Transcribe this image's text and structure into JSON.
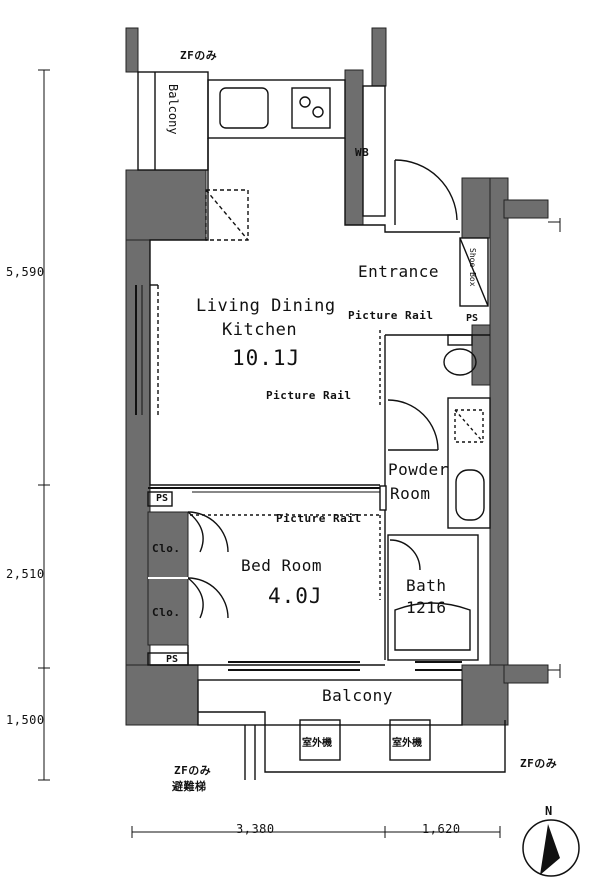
{
  "rooms": {
    "ldk_line1": "Living Dining",
    "ldk_line2": "Kitchen",
    "ldk_size": "10.1J",
    "bedroom_name": "Bed Room",
    "bedroom_size": "4.0J",
    "entrance": "Entrance",
    "powder_line1": "Powder",
    "powder_line2": "Room",
    "bath_line1": "Bath",
    "bath_line2": "1216",
    "balcony_bottom": "Balcony",
    "balcony_top": "Balcony",
    "closet1": "Clo.",
    "closet2": "Clo.",
    "wb": "WB"
  },
  "labels": {
    "picture_rail_1": "Picture Rail",
    "picture_rail_2": "Picture Rail",
    "picture_rail_3": "Picture Rail",
    "ps_1": "PS",
    "ps_2": "PS",
    "ps_3": "PS",
    "zf_top": "ZFのみ",
    "zf_bottom_left_1": "ZFのみ",
    "zf_bottom_left_2": "避難梯",
    "zf_bottom_right": "ZFのみ",
    "outdoor_unit_1": "室外機",
    "outdoor_unit_2": "室外機",
    "shoe_box": "Shoe Box",
    "north": "N"
  },
  "dimensions": {
    "v1": "5,590",
    "v2": "2,510",
    "v3": "1,500",
    "h1": "3,380",
    "h2": "1,620"
  }
}
